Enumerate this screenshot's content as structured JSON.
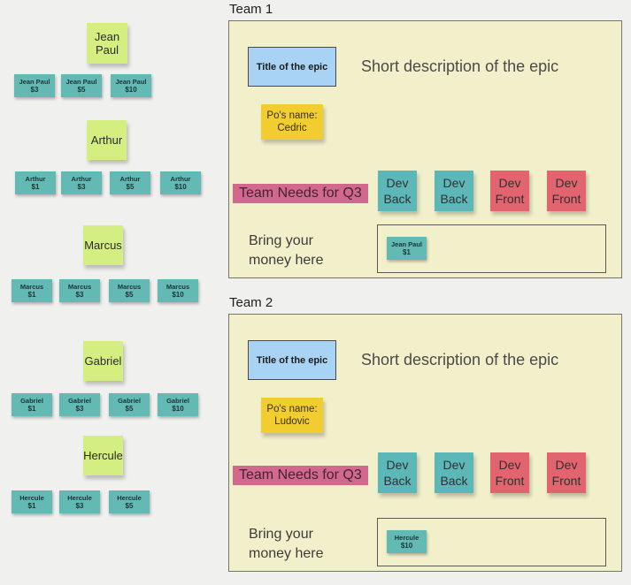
{
  "colors": {
    "background": "#f0f0ef",
    "name_note": "#d5ee81",
    "money_card": "#63b9b4",
    "panel_bg": "#f1f0ca",
    "epic_title_bg": "#a9d3f4",
    "po_note_bg": "#f2cd2f",
    "needs_highlight": "#d2688e",
    "dev_back": "#5cb8b8",
    "dev_front": "#e2646f"
  },
  "board": {
    "players": [
      {
        "name": "Jean Paul",
        "bills": [
          "$3",
          "$5",
          "$10"
        ]
      },
      {
        "name": "Arthur",
        "bills": [
          "$1",
          "$3",
          "$5",
          "$10"
        ]
      },
      {
        "name": "Marcus",
        "bills": [
          "$1",
          "$3",
          "$5",
          "$10"
        ]
      },
      {
        "name": "Gabriel",
        "bills": [
          "$1",
          "$3",
          "$5",
          "$10"
        ]
      },
      {
        "name": "Hercule",
        "bills": [
          "$1",
          "$3",
          "$5"
        ]
      }
    ]
  },
  "teams": [
    {
      "label": "Team 1",
      "epic": {
        "title": "Title of the epic",
        "description": "Short description of the epic"
      },
      "po": {
        "line1": "Po's name:",
        "line2": "Cedric"
      },
      "needs_label": "Team Needs for Q3",
      "dev_notes": [
        {
          "line1": "Dev",
          "line2": "Back",
          "role": "back"
        },
        {
          "line1": "Dev",
          "line2": "Back",
          "role": "back"
        },
        {
          "line1": "Dev",
          "line2": "Front",
          "role": "front"
        },
        {
          "line1": "Dev",
          "line2": "Front",
          "role": "front"
        }
      ],
      "money": {
        "line1": "Bring your",
        "line2": "money here",
        "card_name": "Jean Paul",
        "card_value": "$1"
      }
    },
    {
      "label": "Team 2",
      "epic": {
        "title": "Title of the epic",
        "description": "Short description of the epic"
      },
      "po": {
        "line1": "Po's name:",
        "line2": "Ludovic"
      },
      "needs_label": "Team Needs for Q3",
      "dev_notes": [
        {
          "line1": "Dev",
          "line2": "Back",
          "role": "back"
        },
        {
          "line1": "Dev",
          "line2": "Back",
          "role": "back"
        },
        {
          "line1": "Dev",
          "line2": "Front",
          "role": "front"
        },
        {
          "line1": "Dev",
          "line2": "Front",
          "role": "front"
        }
      ],
      "money": {
        "line1": "Bring your",
        "line2": "money here",
        "card_name": "Hercule",
        "card_value": "$10"
      }
    }
  ]
}
